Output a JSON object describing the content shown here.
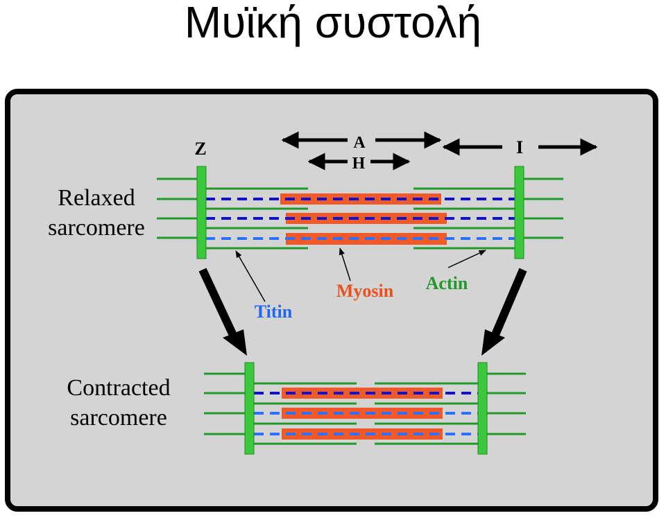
{
  "title": "Μυϊκή συστολή",
  "labels": {
    "z": "Z",
    "a": "A",
    "h": "H",
    "i": "I",
    "relaxed_line1": "Relaxed",
    "relaxed_line2": "sarcomere",
    "contracted_line1": "Contracted",
    "contracted_line2": "sarcomere",
    "myosin": "Myosin",
    "actin": "Actin",
    "titin": "Titin"
  },
  "colors": {
    "panel_bg": "#d4d4d4",
    "panel_border": "#000000",
    "z_disc": "#3cc83c",
    "actin": "#1f9a2a",
    "myosin": "#f05a28",
    "titin_dark": "#1010d0",
    "titin_light": "#2d6fff",
    "myosin_label": "#e8501e",
    "actin_label": "#1f9a2a",
    "titin_label": "#2266ee"
  }
}
